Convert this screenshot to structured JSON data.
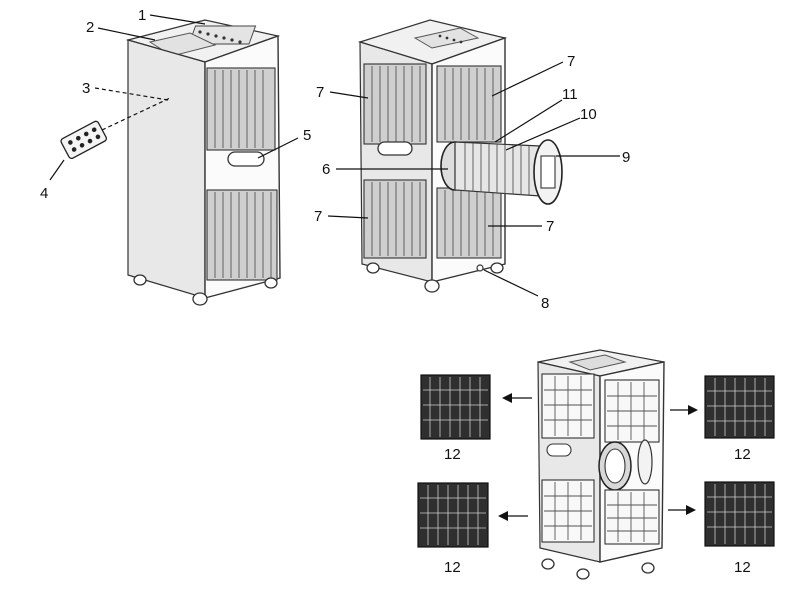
{
  "callouts": {
    "c1": "1",
    "c2": "2",
    "c3": "3",
    "c4": "4",
    "c5": "5",
    "c6": "6",
    "c7a": "7",
    "c7b": "7",
    "c7c": "7",
    "c7d": "7",
    "c8": "8",
    "c9": "9",
    "c10": "10",
    "c11": "11",
    "c12a": "12",
    "c12b": "12",
    "c12c": "12",
    "c12d": "12"
  }
}
